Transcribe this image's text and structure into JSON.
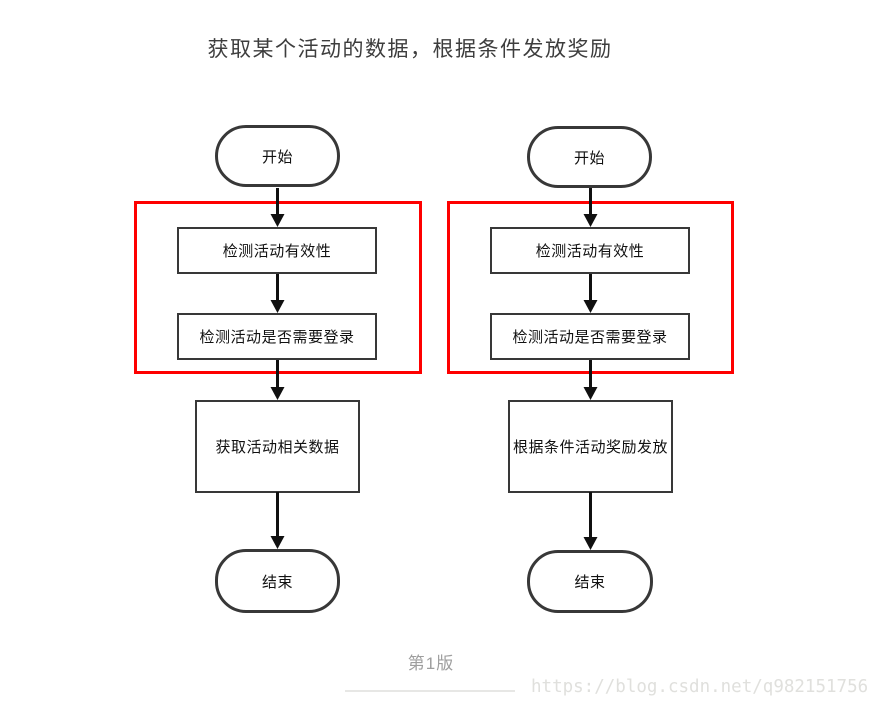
{
  "title": "获取某个活动的数据，根据条件发放奖励",
  "colors": {
    "highlight_red": "#fe0000",
    "shape_border": "#383838",
    "arrow_black": "#101010",
    "caption_gray": "#9e9e9e",
    "watermark_gray": "#e0e0dd",
    "background": "#ffffff"
  },
  "flowcharts": [
    {
      "name": "left-version",
      "nodes": [
        {
          "type": "terminator",
          "label": "开始",
          "highlighted": false
        },
        {
          "type": "process",
          "label": "检测活动有效性",
          "highlighted": true
        },
        {
          "type": "process",
          "label": "检测活动是否需要登录",
          "highlighted": true
        },
        {
          "type": "process",
          "label": "获取活动相关数据",
          "highlighted": false
        },
        {
          "type": "terminator",
          "label": "结束",
          "highlighted": false
        }
      ]
    },
    {
      "name": "right-version",
      "nodes": [
        {
          "type": "terminator",
          "label": "开始",
          "highlighted": false
        },
        {
          "type": "process",
          "label": "检测活动有效性",
          "highlighted": true
        },
        {
          "type": "process",
          "label": "检测活动是否需要登录",
          "highlighted": true
        },
        {
          "type": "process",
          "label": "根据条件活动奖励发放",
          "highlighted": false
        },
        {
          "type": "terminator",
          "label": "结束",
          "highlighted": false
        }
      ]
    }
  ],
  "footer": {
    "version_label": "第1版"
  },
  "watermark": {
    "url_text": "https://blog.csdn.net/q982151756"
  }
}
